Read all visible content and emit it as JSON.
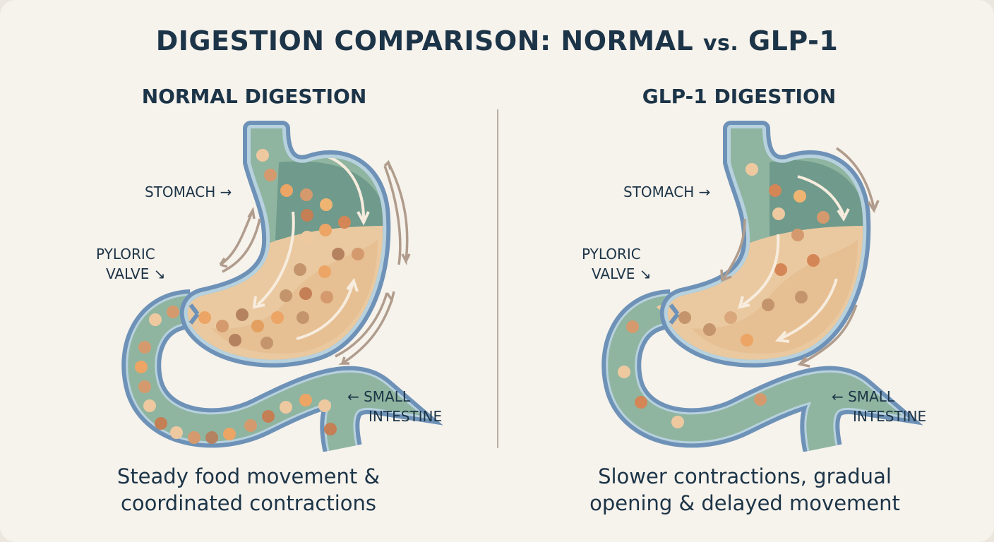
{
  "title": {
    "main": "DIGESTION COMPARISON: NORMAL ",
    "vs": "vs.",
    "tail": " GLP-1"
  },
  "colors": {
    "background": "#f6f2ec",
    "text": "#1c3447",
    "wall_outer": "#6e92b7",
    "wall_inner": "#b7d1de",
    "lumen_green": "#8fb5a0",
    "stomach_upper": "#6f9a8c",
    "stomach_food": "#eac9a0",
    "motion_arrow": "#b09c8c",
    "flow_arrow": "#f7ecdd",
    "divider": "#b9ada3"
  },
  "panels": [
    {
      "heading": "NORMAL DIGESTION",
      "labels": {
        "stomach": "STOMACH →",
        "pyloric_line1": "PYLORIC",
        "pyloric_line2": "VALVE ↘",
        "small_line1": "←  SMALL",
        "small_line2": "INTESTINE"
      },
      "caption_line1": "Steady food movement &",
      "caption_line2": "coordinated contractions"
    },
    {
      "heading": "GLP-1 DIGESTION",
      "labels": {
        "stomach": "STOMACH →",
        "pyloric_line1": "PYLORIC",
        "pyloric_line2": "VALVE ↘",
        "small_line1": "←  SMALL",
        "small_line2": "INTESTINE"
      },
      "caption_line1": "Slower contractions, gradual",
      "caption_line2": "opening & delayed movement"
    }
  ]
}
